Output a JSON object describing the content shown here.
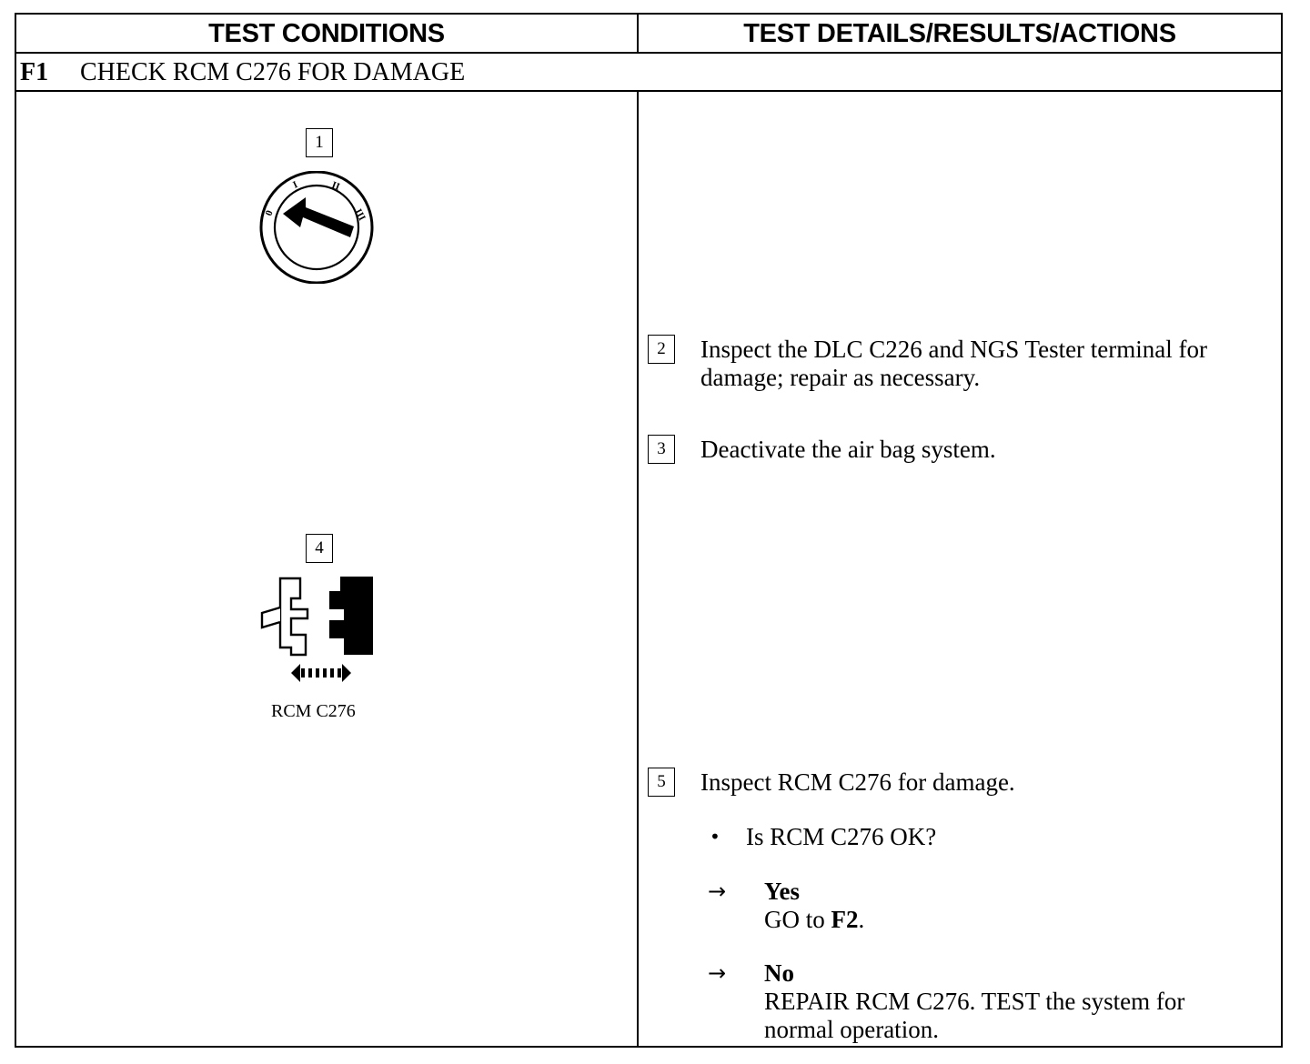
{
  "header": {
    "left": "TEST CONDITIONS",
    "right": "TEST DETAILS/RESULTS/ACTIONS"
  },
  "step": {
    "id": "F1",
    "title": "CHECK RCM C276 FOR DAMAGE"
  },
  "left": {
    "ignition": {
      "box": "1",
      "labels": [
        "0",
        "I",
        "II",
        "III"
      ]
    },
    "connector": {
      "box": "4",
      "caption": "RCM C276"
    }
  },
  "right": {
    "step2": {
      "box": "2",
      "line1": "Inspect the DLC C226 and NGS Tester terminal for",
      "line2": "damage; repair as necessary."
    },
    "step3": {
      "box": "3",
      "text": "Deactivate the air bag system."
    },
    "step5": {
      "box": "5",
      "text": "Inspect RCM C276 for damage."
    },
    "question": {
      "bullet": "•",
      "text": "Is RCM C276 OK?"
    },
    "yes": {
      "arrow": "→",
      "label": "Yes",
      "action_prefix": "GO to ",
      "action_ref": "F2",
      "action_suffix": "."
    },
    "no": {
      "arrow": "→",
      "label": "No",
      "line1": "REPAIR RCM C276. TEST the system for",
      "line2": "normal operation."
    }
  }
}
